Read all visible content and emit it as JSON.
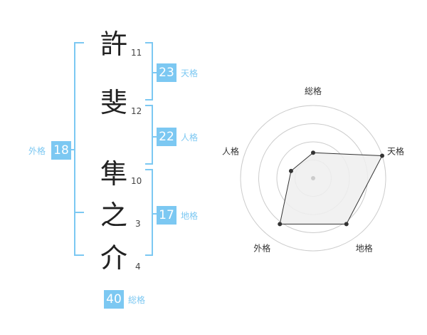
{
  "name_chars": [
    {
      "char": "許",
      "strokes": "11"
    },
    {
      "char": "斐",
      "strokes": "12"
    },
    {
      "char": "隼",
      "strokes": "10"
    },
    {
      "char": "之",
      "strokes": "3"
    },
    {
      "char": "介",
      "strokes": "4"
    }
  ],
  "kakusu": {
    "tenkaku": {
      "value": "23",
      "label": "天格"
    },
    "jinkaku": {
      "value": "22",
      "label": "人格"
    },
    "chikaku": {
      "value": "17",
      "label": "地格"
    },
    "gaikaku": {
      "value": "18",
      "label": "外格"
    },
    "soukaku": {
      "value": "40",
      "label": "総格"
    }
  },
  "colors": {
    "accent": "#7cc8f2",
    "accent_text": "#7cc8f2",
    "bracket": "#7cc8f2",
    "ring": "#cccccc",
    "fill": "#eeeeee",
    "point": "#333333"
  },
  "chart_data": {
    "type": "radar",
    "axes": [
      "総格",
      "天格",
      "地格",
      "外格",
      "人格"
    ],
    "values": [
      0.35,
      1.0,
      0.78,
      0.78,
      0.32
    ],
    "rings": 4
  }
}
